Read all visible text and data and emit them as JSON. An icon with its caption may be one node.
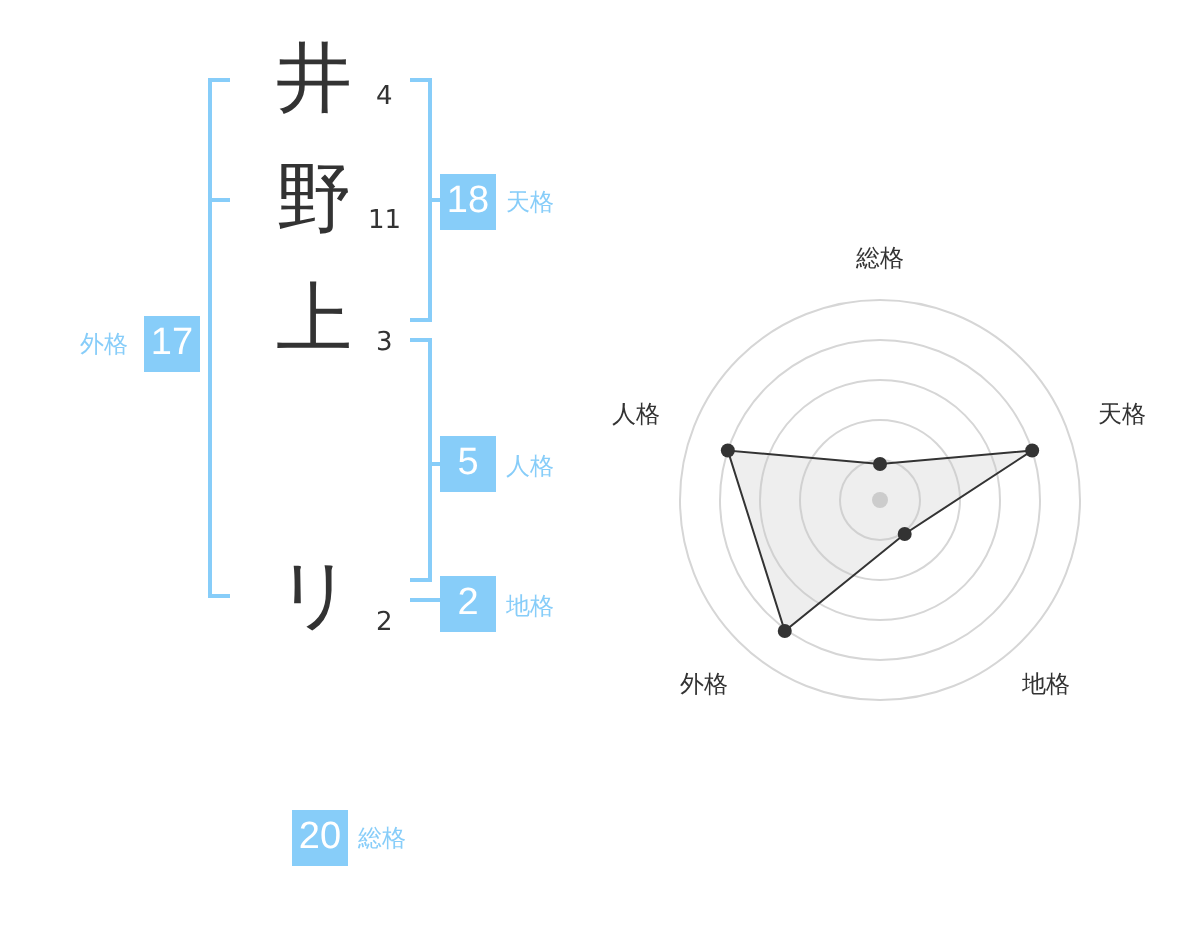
{
  "diagram": {
    "nodes": [
      {
        "text": [
          "18"
        ],
        "beside": [
          "天格"
        ]
      },
      {
        "text": [
          "17"
        ],
        "beside": [
          "外格"
        ]
      },
      {
        "text": [
          "5"
        ],
        "beside": [
          "人格"
        ]
      },
      {
        "text": [
          "2"
        ],
        "beside": [
          "地格"
        ]
      },
      {
        "text": [
          "20"
        ],
        "beside": [
          "総格"
        ]
      }
    ],
    "labels": [
      "井",
      "4",
      "野",
      "11",
      "上",
      "3",
      "リ",
      "2",
      "総格",
      "人格",
      "天格",
      "外格",
      "地格"
    ]
  }
}
